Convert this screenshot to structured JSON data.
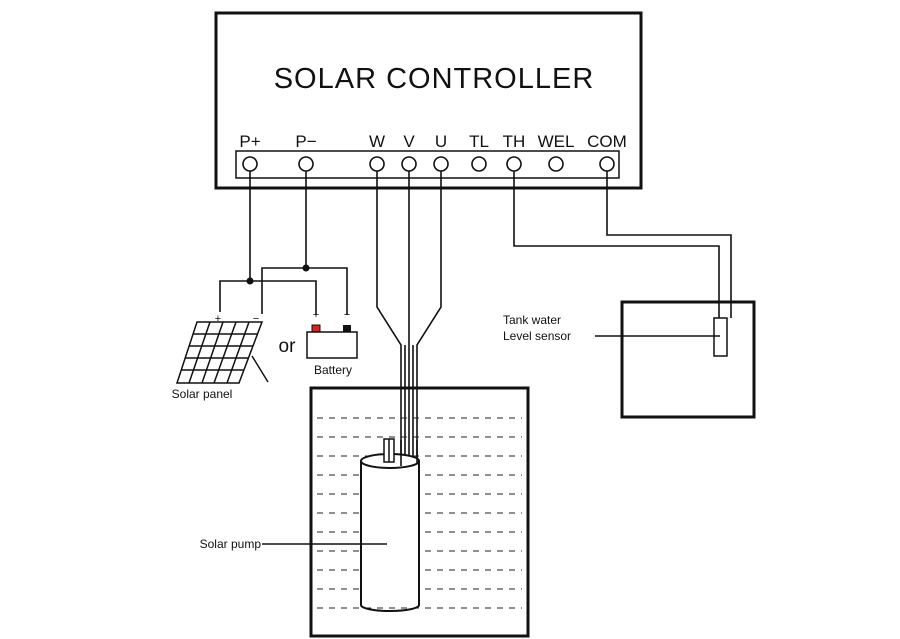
{
  "controller": {
    "title": "SOLAR CONTROLLER",
    "terminals": [
      "P+",
      "P−",
      "W",
      "V",
      "U",
      "TL",
      "TH",
      "WEL",
      "COM"
    ]
  },
  "solar_panel": {
    "label": "Solar panel",
    "plus": "+",
    "minus": "−"
  },
  "or_text": "or",
  "battery": {
    "label": "Battery",
    "plus": "+",
    "minus": "−",
    "plus_color": "#e0201b"
  },
  "tank": {
    "label_line1": "Tank water",
    "label_line2": "Level sensor"
  },
  "pump": {
    "label": "Solar pump"
  }
}
